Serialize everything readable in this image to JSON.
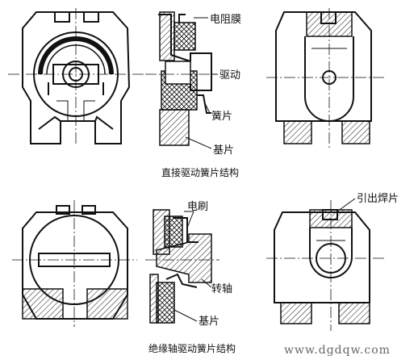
{
  "top": {
    "labels": {
      "film": "电阻膜",
      "drive": "驱动",
      "spring": "簧片",
      "base": "基片"
    },
    "caption": "直接驱动簧片结构"
  },
  "bottom": {
    "labels": {
      "brush": "电刷",
      "shaft": "转轴",
      "base": "基片",
      "lead": "引出焊片"
    },
    "caption": "绝缘轴驱动簧片结构"
  },
  "watermark": "www.dgdqw.com"
}
